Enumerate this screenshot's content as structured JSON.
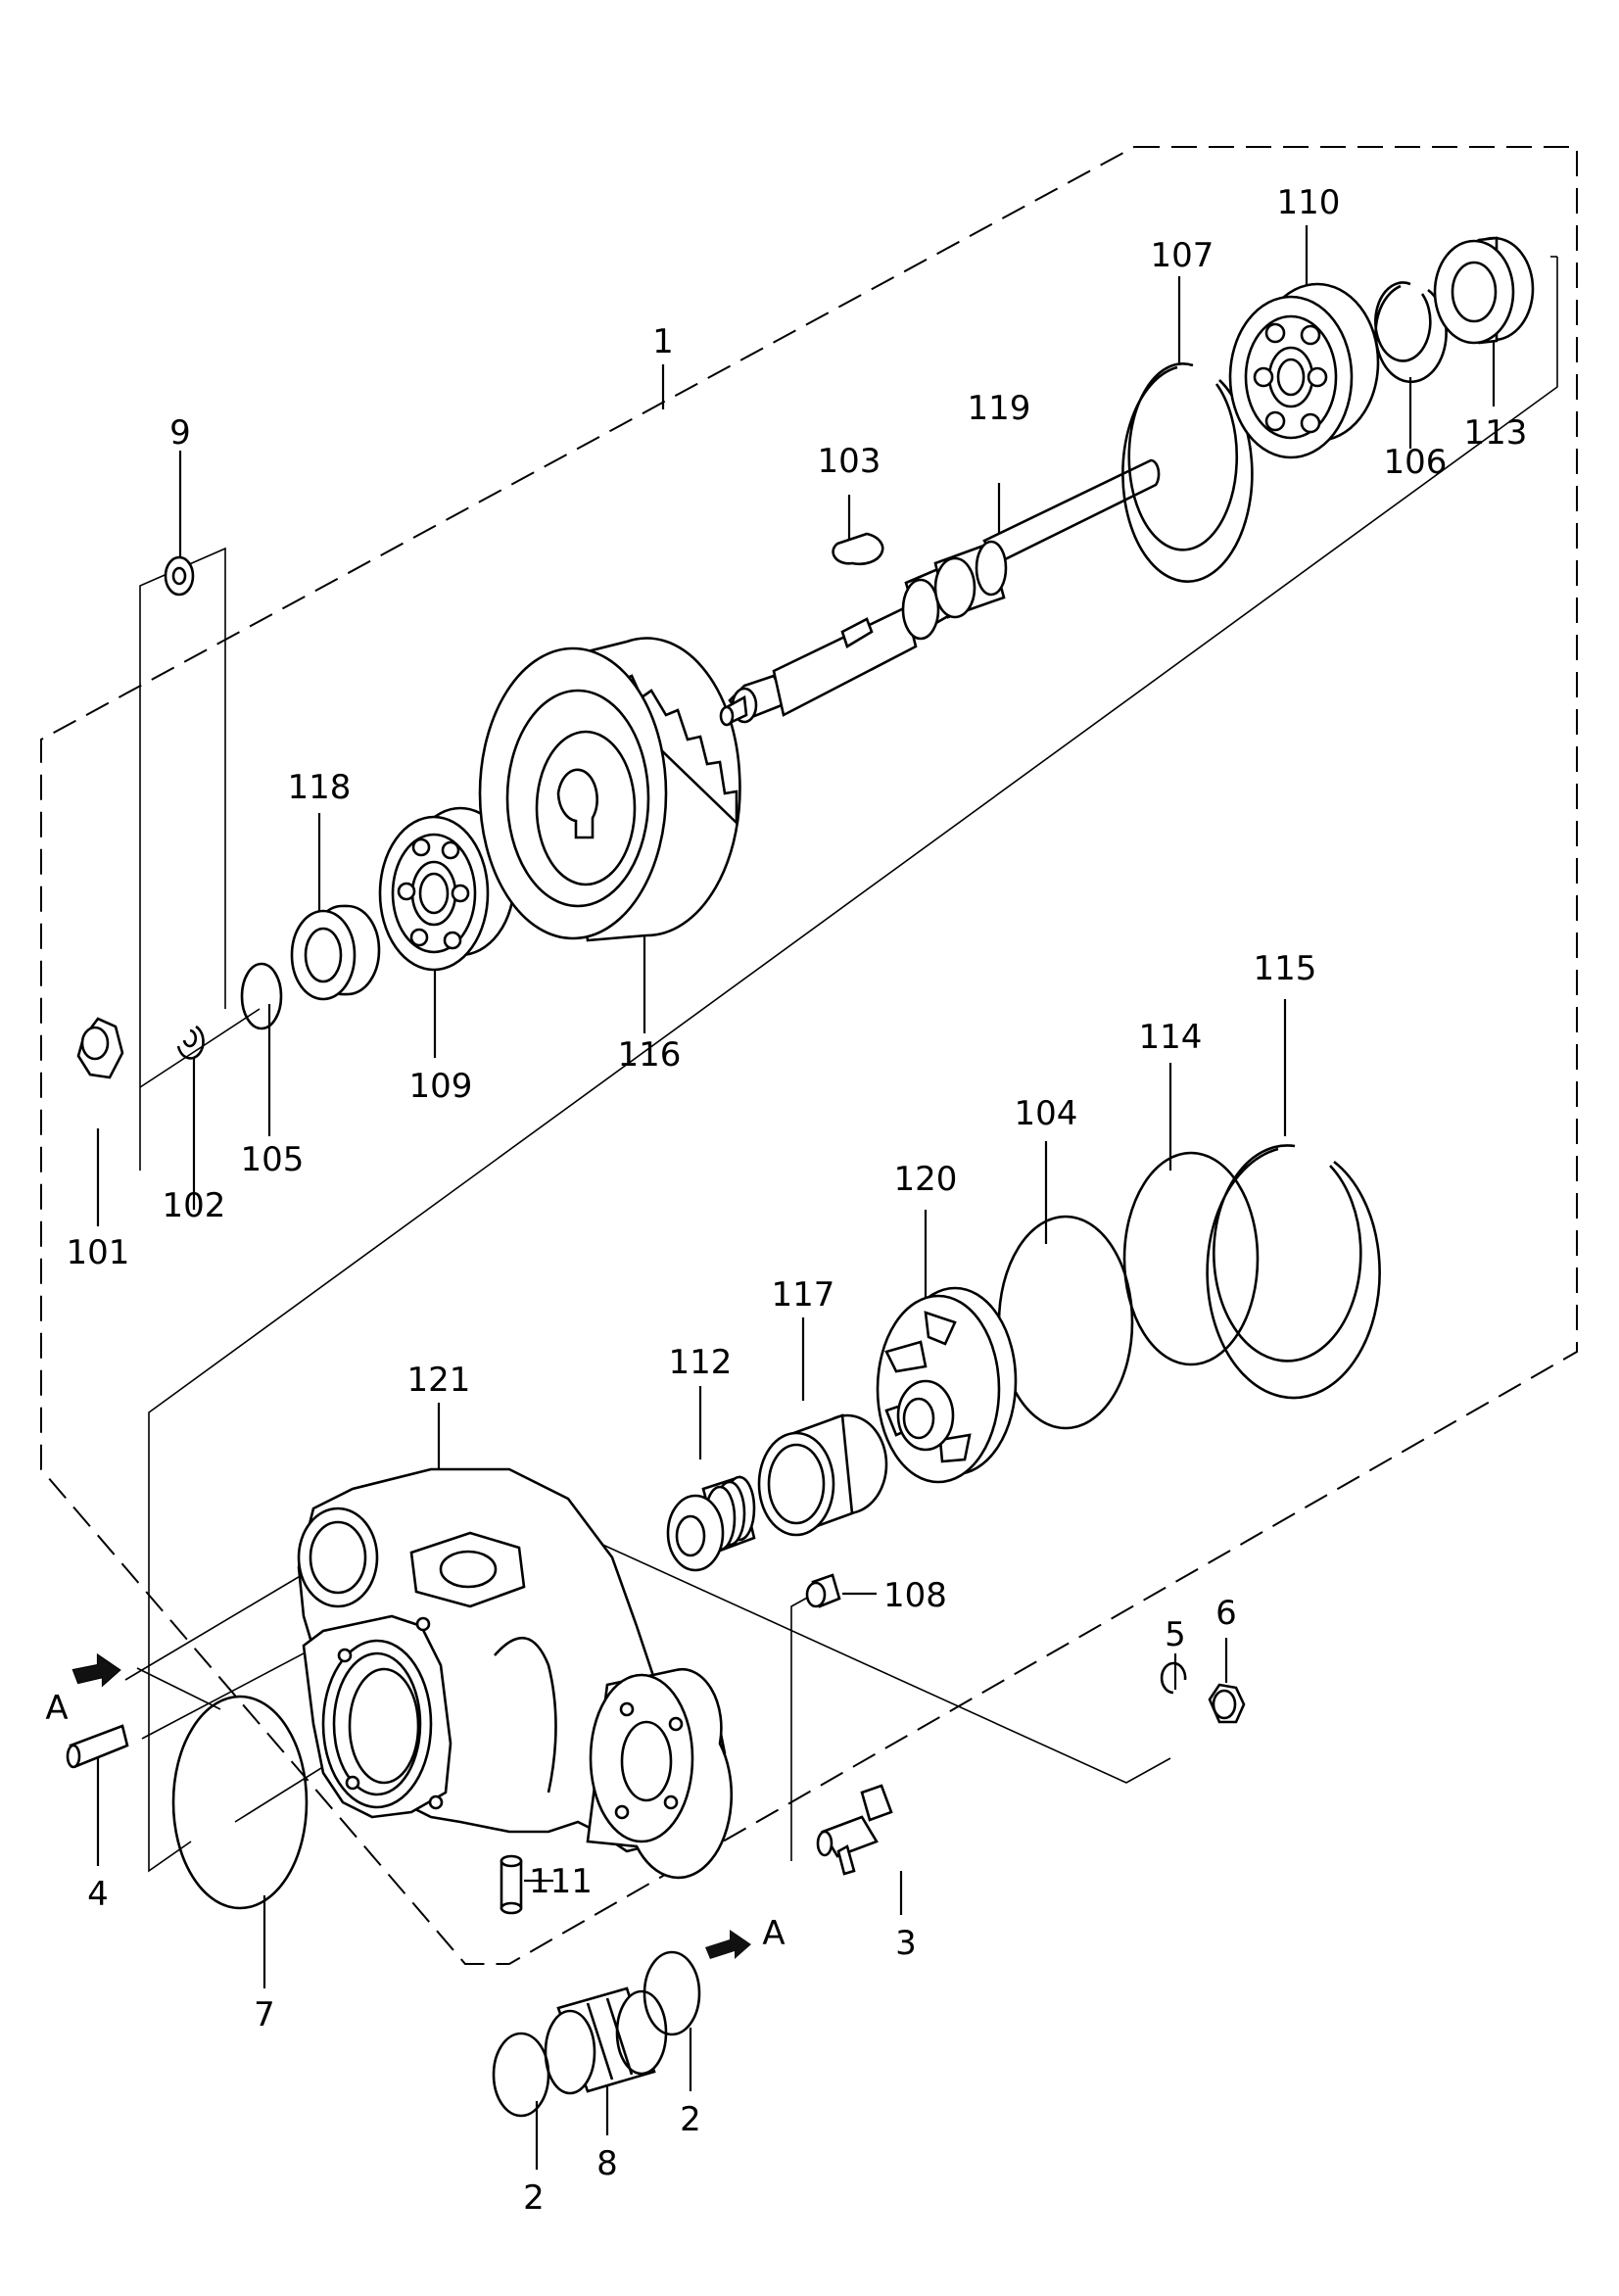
{
  "diagram": {
    "callouts": {
      "c1": "1",
      "c2a": "2",
      "c2b": "2",
      "c3": "3",
      "c4": "4",
      "c5": "5",
      "c6": "6",
      "c7": "7",
      "c8": "8",
      "c9": "9",
      "c101": "101",
      "c102": "102",
      "c103": "103",
      "c104": "104",
      "c105": "105",
      "c106": "106",
      "c107": "107",
      "c108": "108",
      "c109": "109",
      "c110": "110",
      "c111": "111",
      "c112": "112",
      "c113": "113",
      "c114": "114",
      "c115": "115",
      "c116": "116",
      "c117": "117",
      "c118": "118",
      "c119": "119",
      "c120": "120",
      "c121": "121"
    },
    "view_markers": {
      "left": "A",
      "right": "A"
    }
  }
}
